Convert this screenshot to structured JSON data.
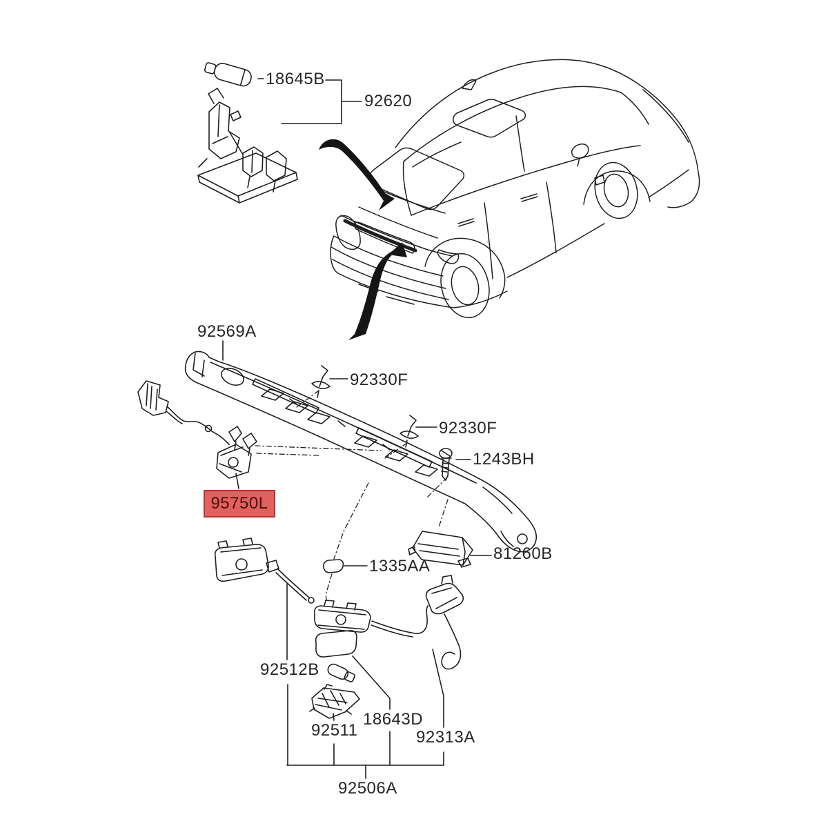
{
  "colors": {
    "background": "#ffffff",
    "line": "#1f1f1f",
    "label_text": "#262626",
    "highlight_fill": "#e2605e",
    "highlight_border": "#b53433",
    "highlight_text": "#47100f"
  },
  "labels": [
    {
      "text": "18645B"
    },
    {
      "text": "92620"
    },
    {
      "text": "92569A"
    },
    {
      "text": "92330F"
    },
    {
      "text": "92330F"
    },
    {
      "text": "1243BH"
    },
    {
      "text": "95750L",
      "highlighted": true
    },
    {
      "text": "81260B"
    },
    {
      "text": "1335AA"
    },
    {
      "text": "92512B"
    },
    {
      "text": "92511"
    },
    {
      "text": "18643D"
    },
    {
      "text": "92313A"
    },
    {
      "text": "92506A"
    }
  ]
}
